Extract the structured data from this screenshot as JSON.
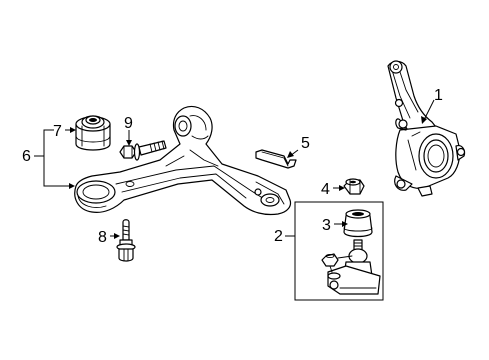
{
  "callouts": [
    {
      "id": "1",
      "text": "1"
    },
    {
      "id": "2",
      "text": "2"
    },
    {
      "id": "3",
      "text": "3"
    },
    {
      "id": "4",
      "text": "4"
    },
    {
      "id": "5",
      "text": "5"
    },
    {
      "id": "6",
      "text": "6"
    },
    {
      "id": "7",
      "text": "7"
    },
    {
      "id": "8",
      "text": "8"
    },
    {
      "id": "9",
      "text": "9"
    }
  ],
  "parts": [
    {
      "callout": "1",
      "icon": "steering-knuckle-icon"
    },
    {
      "callout": "2",
      "icon": "ball-joint-assembly-group"
    },
    {
      "callout": "3",
      "icon": "ball-joint-boot-icon"
    },
    {
      "callout": "4",
      "icon": "hex-nut-icon"
    },
    {
      "callout": "5",
      "icon": "clip-icon"
    },
    {
      "callout": "6",
      "icon": "lower-control-arm-icon"
    },
    {
      "callout": "7",
      "icon": "bushing-icon"
    },
    {
      "callout": "8",
      "icon": "flange-bolt-icon"
    },
    {
      "callout": "9",
      "icon": "bolt-icon"
    }
  ]
}
